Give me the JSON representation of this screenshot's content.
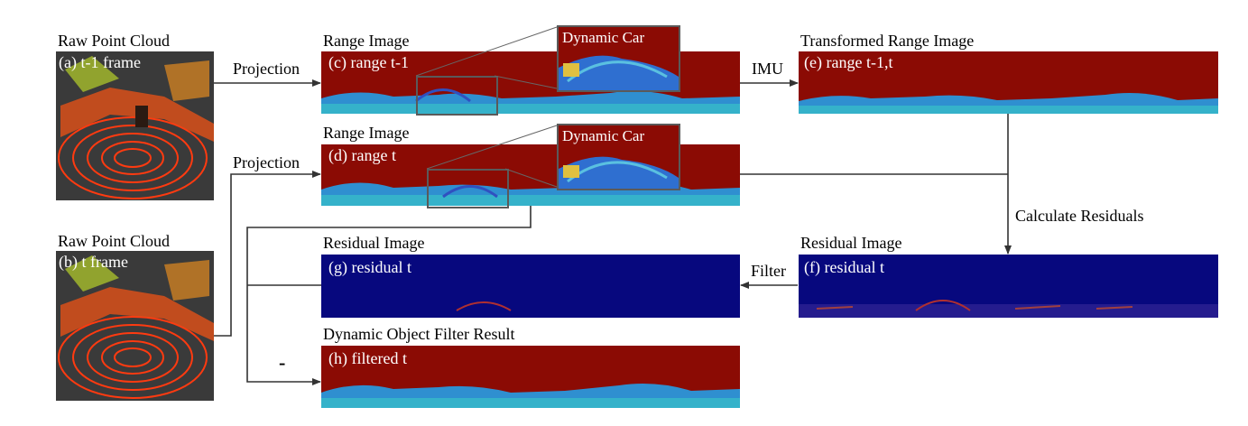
{
  "a": {
    "heading": "Raw Point Cloud",
    "tag": "(a) t-1 frame"
  },
  "b": {
    "heading": "Raw Point Cloud",
    "tag": "(b) t frame"
  },
  "c": {
    "heading": "Range Image",
    "tag": "(c)  range t-1",
    "inset": "Dynamic Car"
  },
  "d": {
    "heading": "Range Image",
    "tag": "(d) range t",
    "inset": "Dynamic Car"
  },
  "e": {
    "heading": "Transformed Range Image",
    "tag": "(e) range t-1,t"
  },
  "f": {
    "heading": "Residual Image",
    "tag": "(f) residual t"
  },
  "g": {
    "heading": "Residual Image",
    "tag": "(g) residual t"
  },
  "h": {
    "heading": "Dynamic Object Filter Result",
    "tag": "(h) filtered t"
  },
  "edges": {
    "projection_top": "Projection",
    "projection_bottom": "Projection",
    "imu": "IMU",
    "calculate_residuals": "Calculate Residuals",
    "filter": "Filter",
    "minus": "-"
  },
  "colors": {
    "range_red": "#8b0b04",
    "residual_blue": "#07087e",
    "pc_bg": "#3a3a3a",
    "pc_points": "#ff3a10",
    "edge": "#333333"
  }
}
